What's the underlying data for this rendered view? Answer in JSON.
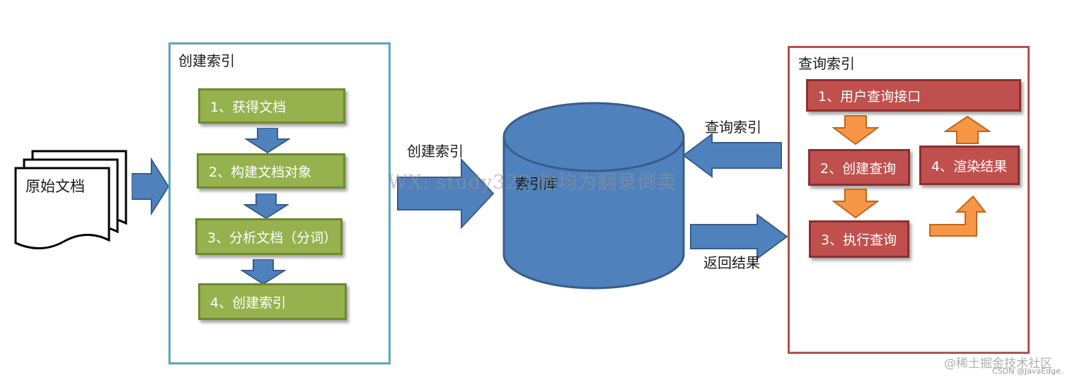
{
  "source_doc": {
    "label": "原始文档"
  },
  "create_panel": {
    "title": "创建索引",
    "steps": [
      "1、获得文档",
      "2、构建文档对象",
      "3、分析文档（分词）",
      "4、创建索引"
    ]
  },
  "arrow_labels": {
    "create_index": "创建索引",
    "query_index": "查询索引",
    "return_results": "返回结果"
  },
  "index_db": {
    "label": "索引库"
  },
  "query_panel": {
    "title": "查询索引",
    "steps": [
      "1、用户查询接口",
      "2、创建查询",
      "3、执行查询",
      "4、渲染结果"
    ]
  },
  "watermark": "WX: study322 他均为翻录倒卖",
  "credits": {
    "line1": "@稀土掘金技术社区",
    "line2": "CSDN @JavaEdge."
  },
  "colors": {
    "blue_arrow": "#4f81bd",
    "green_box": "#95b24f",
    "red_box": "#c0504d",
    "orange_arrow": "#f79646",
    "create_border": "#5aa6c2",
    "query_border": "#b4514f"
  }
}
